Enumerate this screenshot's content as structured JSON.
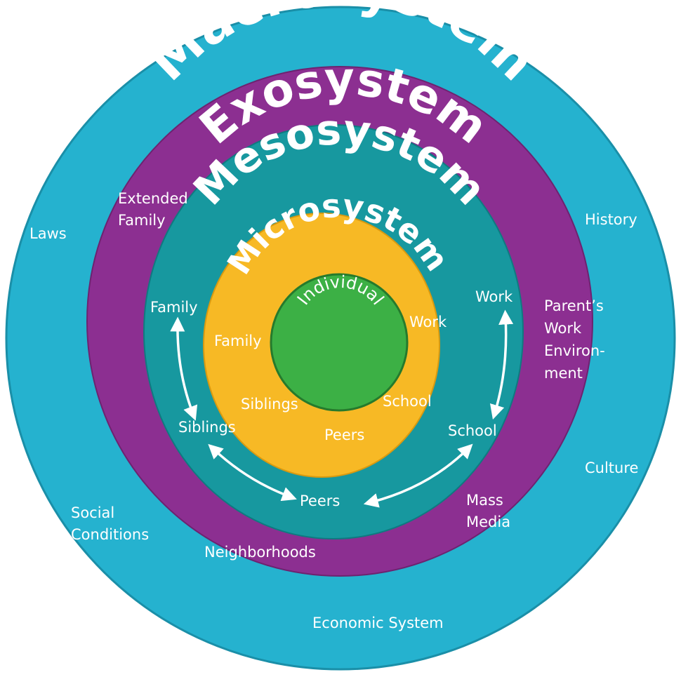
{
  "colors": {
    "macro": "#25b2cf",
    "exo": "#8c2f91",
    "meso": "#17989f",
    "micro": "#f7b925",
    "individual": "#3cb045",
    "text": "#ffffff"
  },
  "rings": {
    "macro": "Macrosystem",
    "exo": "Exosystem",
    "meso": "Mesosystem",
    "micro": "Microsystem",
    "individual": "Individual"
  },
  "macro_labels": {
    "laws": "Laws",
    "history": "History",
    "culture": "Culture",
    "social_line1": "Social",
    "social_line2": "Conditions",
    "economic": "Economic System"
  },
  "exo_labels": {
    "extended_line1": "Extended",
    "extended_line2": "Family",
    "parents_line1": "Parent’s",
    "parents_line2": "Work",
    "parents_line3": "Environ-",
    "parents_line4": "ment",
    "mass_line1": "Mass",
    "mass_line2": "Media",
    "neighborhoods": "Neighborhoods"
  },
  "meso_labels": {
    "family": "Family",
    "work": "Work",
    "siblings": "Siblings",
    "school": "School",
    "peers": "Peers"
  },
  "micro_labels": {
    "family": "Family",
    "work": "Work",
    "siblings": "Siblings",
    "school": "School",
    "peers": "Peers"
  }
}
